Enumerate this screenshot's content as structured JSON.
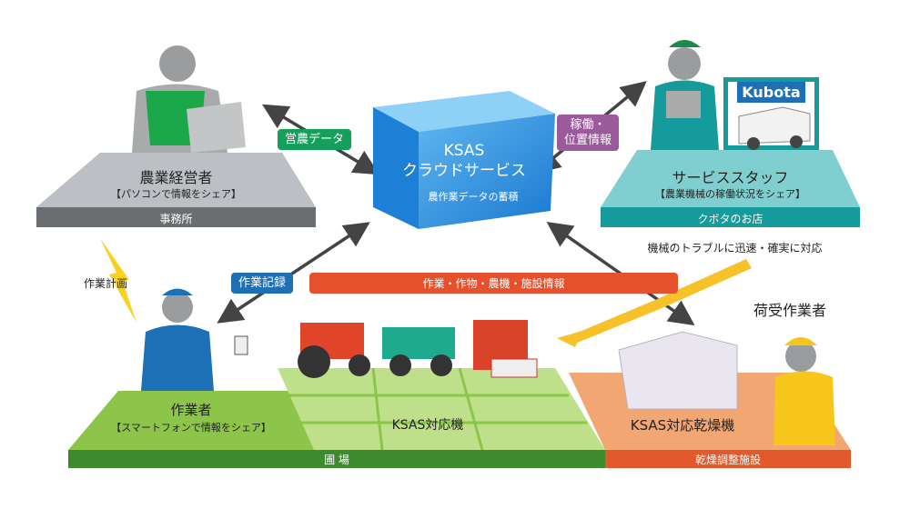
{
  "cloud": {
    "title_line1": "KSAS",
    "title_line2": "クラウドサービス",
    "subtitle": "農作業データの蓄積"
  },
  "office": {
    "role": "農業経営者",
    "desc": "【パソコンで情報をシェア】",
    "place": "事務所"
  },
  "service": {
    "role": "サービススタッフ",
    "desc": "【農業機械の稼働状況をシェア】",
    "place": "クボタのお店",
    "note": "機械のトラブルに迅速・確実に対応",
    "logo": "Kubota"
  },
  "field": {
    "role": "作業者",
    "desc": "【スマートフォンで情報をシェア】",
    "place": "圃 場",
    "machines": "KSAS対応機"
  },
  "dryer": {
    "role": "荷受作業者",
    "machine": "KSAS対応乾燥機",
    "place": "乾燥調整施設"
  },
  "tags": {
    "farm_data": "営農データ",
    "operation_line1": "稼働・",
    "operation_line2": "位置情報",
    "work_record": "作業記録",
    "work_plan": "作業計画",
    "banner": "作業・作物・農機・施設情報"
  },
  "colors": {
    "green": "#14a05a",
    "purple": "#9b5a9c",
    "blue": "#1d6fb6",
    "red": "#e5502d",
    "cube": "#2a8fe0"
  }
}
